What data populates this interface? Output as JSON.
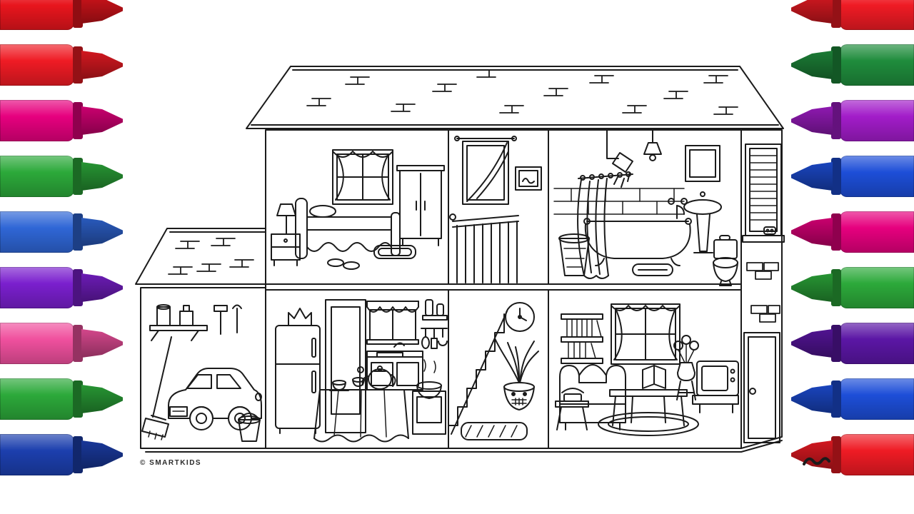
{
  "page": {
    "background": "#ffffff",
    "ink": "#1b1b1b",
    "watermark": "© SMARTKIDS"
  },
  "markers": {
    "left": [
      {
        "name": "red",
        "color": "#e8151d"
      },
      {
        "name": "red-2",
        "color": "#ef1b24"
      },
      {
        "name": "magenta",
        "color": "#e6007e"
      },
      {
        "name": "green",
        "color": "#2ca93a"
      },
      {
        "name": "blue",
        "color": "#2f66d6"
      },
      {
        "name": "purple",
        "color": "#7a1fce"
      },
      {
        "name": "pink",
        "color": "#f0509e"
      },
      {
        "name": "green-2",
        "color": "#2ca93a"
      },
      {
        "name": "navy",
        "color": "#1c3fae"
      }
    ],
    "right": [
      {
        "name": "red",
        "color": "#ef1b24"
      },
      {
        "name": "green",
        "color": "#1f8c3c"
      },
      {
        "name": "violet",
        "color": "#a21cc9"
      },
      {
        "name": "blue",
        "color": "#1d4ed8"
      },
      {
        "name": "magenta",
        "color": "#e6007e"
      },
      {
        "name": "green-2",
        "color": "#2ca93a"
      },
      {
        "name": "dark-purple",
        "color": "#5b16a5"
      },
      {
        "name": "blue-2",
        "color": "#1d4ed8"
      },
      {
        "name": "red-2",
        "color": "#ef1b24"
      }
    ]
  },
  "illustration": {
    "subject": "dollhouse cross-section coloring page",
    "floors": [
      {
        "label": "upper-floor",
        "rooms": [
          {
            "label": "bedroom",
            "items": [
              "curtained-window",
              "wardrobe",
              "bed",
              "pillow",
              "nightstand-lamp",
              "slippers",
              "rug"
            ]
          },
          {
            "label": "stair-landing",
            "items": [
              "curtained-window",
              "picture-frame",
              "banister"
            ]
          },
          {
            "label": "bathroom",
            "items": [
              "ceiling-lamp",
              "shower-head",
              "shower-curtain",
              "bathtub",
              "tiled-wall",
              "laundry-basket",
              "pedestal-sink",
              "mirror",
              "toilet",
              "bath-mat"
            ]
          }
        ]
      },
      {
        "label": "ground-floor",
        "rooms": [
          {
            "label": "garage",
            "items": [
              "wall-shelf",
              "paint-cans",
              "tools",
              "car",
              "broom",
              "bucket"
            ]
          },
          {
            "label": "kitchen",
            "items": [
              "refrigerator",
              "crown-ornament",
              "interior-door",
              "awning-window",
              "bottle-shelf",
              "utensil-rail",
              "sink-counter",
              "dining-table",
              "teapot",
              "teacups",
              "pot-on-stove"
            ]
          },
          {
            "label": "stairwell",
            "items": [
              "wall-clock",
              "staircase",
              "face-pot-plant",
              "doormat"
            ]
          },
          {
            "label": "living-room",
            "items": [
              "bookshelves",
              "curtained-window",
              "armchair",
              "telephone-table",
              "coffee-table",
              "flower-stand",
              "television",
              "rug"
            ]
          }
        ]
      }
    ],
    "exterior": [
      "shingled-roof",
      "garage-roof",
      "shuttered-window",
      "brick-patches",
      "entry-door",
      "ink-scribble"
    ]
  }
}
